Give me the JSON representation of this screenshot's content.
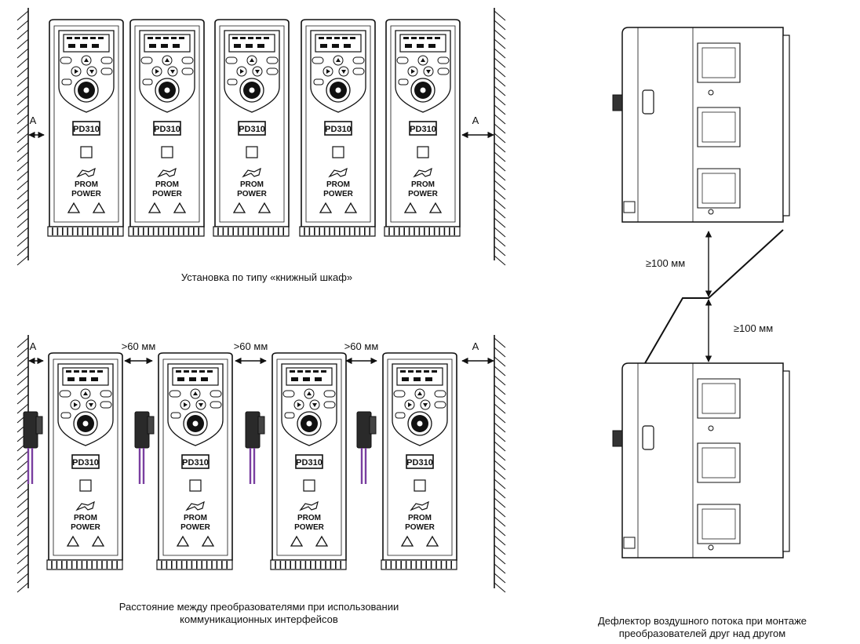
{
  "top_section": {
    "caption": "Установка по типу «книжный шкаф»",
    "gap_label_left": "A",
    "gap_label_right": "A",
    "device_count": 5
  },
  "bottom_section": {
    "caption_line1": "Расстояние между преобразователями при использовании",
    "caption_line2": "коммуникационных интерфейсов",
    "gap_label_left": "A",
    "gap_label_right": "A",
    "spacing_labels": [
      ">60 мм",
      ">60 мм",
      ">60 мм"
    ],
    "device_count": 4
  },
  "side_section": {
    "caption_line1": "Дефлектор воздушного потока при монтаже",
    "caption_line2": "преобразователей друг над другом",
    "clearance_top": "≥100 мм",
    "clearance_bottom": "≥100 мм"
  },
  "device": {
    "model_label": "PD310",
    "brand_line1": "PROM",
    "brand_line2": "POWER"
  },
  "colors": {
    "line": "#111111",
    "cable": "#7a3fa0",
    "panel": "#ffffff"
  }
}
